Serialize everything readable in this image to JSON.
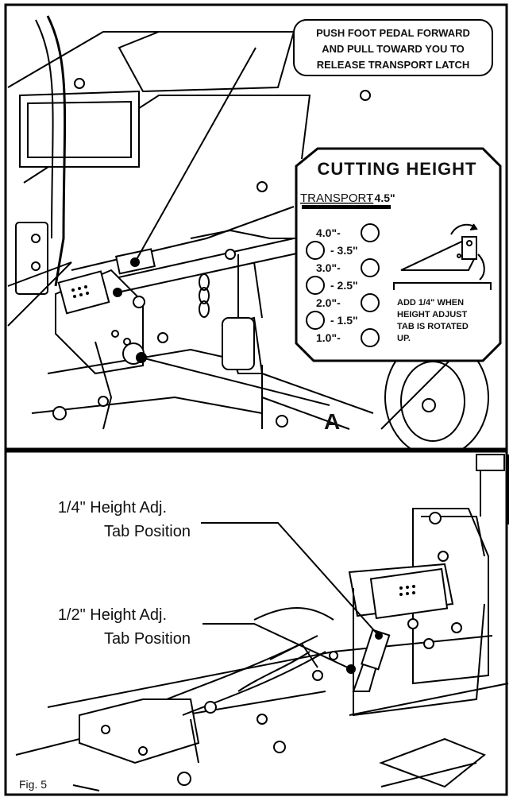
{
  "top_panel": {
    "callout_lines": [
      "PUSH FOOT PEDAL FORWARD",
      "AND PULL TOWARD YOU TO",
      "RELEASE TRANSPORT LATCH"
    ],
    "cutting_height": {
      "title": "CUTTING HEIGHT",
      "transport_label": "TRANSPORT",
      "transport_value": "- 4.5\"",
      "settings": [
        {
          "text": "4.0\"-",
          "side": "left"
        },
        {
          "text": "- 3.5\"",
          "side": "right"
        },
        {
          "text": "3.0\"-",
          "side": "left"
        },
        {
          "text": "- 2.5\"",
          "side": "right"
        },
        {
          "text": "2.0\"-",
          "side": "left"
        },
        {
          "text": "- 1.5\"",
          "side": "right"
        },
        {
          "text": "1.0\"-",
          "side": "left"
        }
      ],
      "note_lines": [
        "ADD 1/4\" WHEN",
        "HEIGHT ADJUST",
        "TAB IS ROTATED",
        "UP."
      ]
    },
    "marker": "A"
  },
  "bottom_panel": {
    "label_quarter": [
      "1/4\"  Height Adj.",
      "Tab Position"
    ],
    "label_half": [
      "1/2\"  Height Adj.",
      "Tab Position"
    ]
  },
  "figure_label": "Fig.  5"
}
